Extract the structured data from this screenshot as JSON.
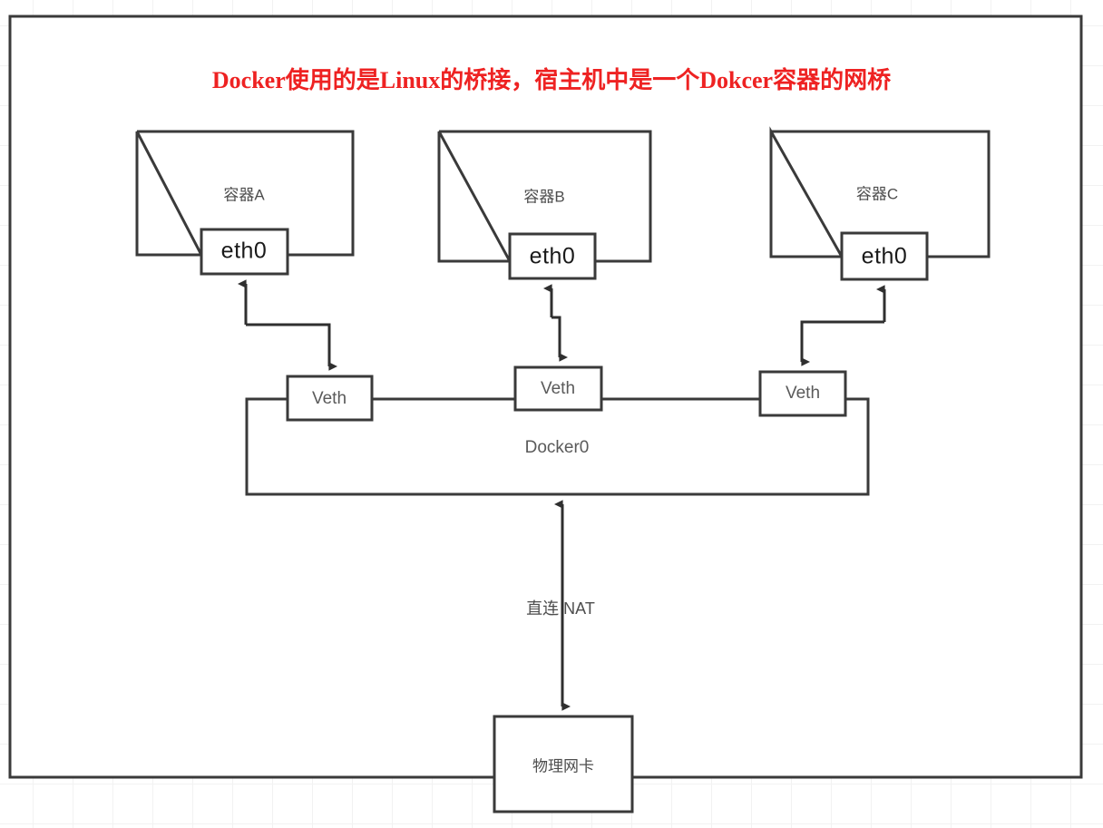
{
  "title": "Docker使用的是Linux的桥接，宿主机中是一个Dokcer容器的网桥",
  "colors": {
    "title": "#ee2222",
    "stroke": "#3a3a3a",
    "text": "#4d4d4d",
    "grid": "#f2f2f2",
    "background": "#ffffff"
  },
  "frame": {
    "label": "diagram-frame"
  },
  "containers": [
    {
      "id": "a",
      "label": "容器A",
      "interface": "eth0"
    },
    {
      "id": "b",
      "label": "容器B",
      "interface": "eth0"
    },
    {
      "id": "c",
      "label": "容器C",
      "interface": "eth0"
    }
  ],
  "veths": [
    {
      "id": "veth-a",
      "label": "Veth"
    },
    {
      "id": "veth-b",
      "label": "Veth"
    },
    {
      "id": "veth-c",
      "label": "Veth"
    }
  ],
  "bridge": {
    "label": "Docker0"
  },
  "nat_link": {
    "label": "直连 NAT"
  },
  "nic": {
    "label": "物理网卡"
  }
}
